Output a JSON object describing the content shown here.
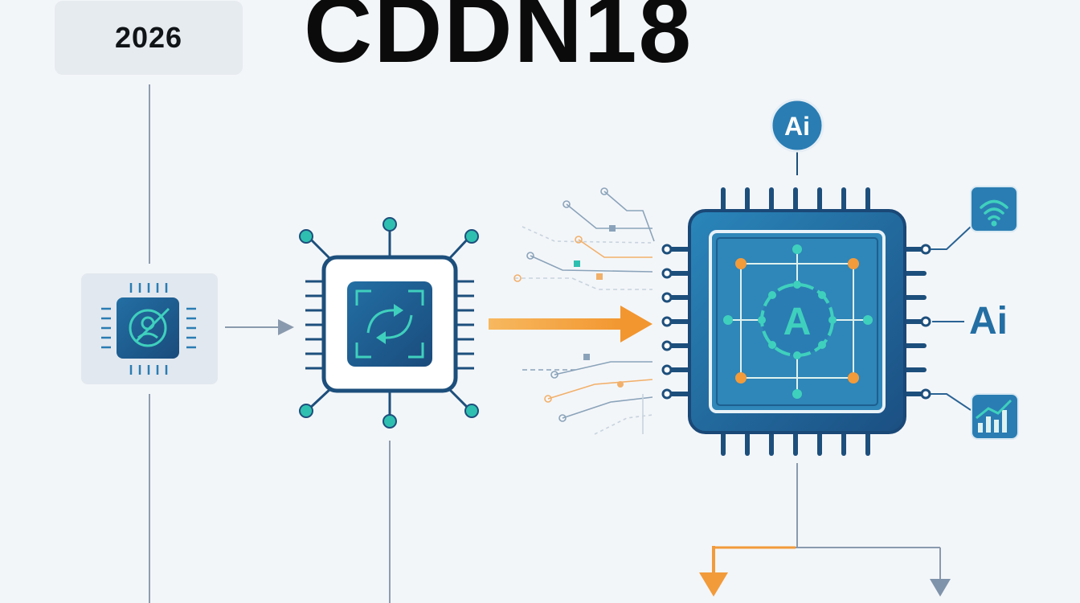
{
  "header": {
    "year": "2026",
    "title": "CDDN18"
  },
  "diagram": {
    "ai_badge_label": "Ai",
    "ai_side_label": "Ai",
    "core_chip_letter": "A"
  },
  "colors": {
    "background": "#f3f6f9",
    "chip_dark": "#1d4f7c",
    "chip_blue": "#2a7db3",
    "accent_teal": "#38c9b4",
    "accent_orange": "#f29b3b",
    "connector_gray": "#8a9aae"
  },
  "icons": [
    "cpu-chip-icon",
    "sync-chip-icon",
    "ai-core-chip-icon",
    "wifi-icon",
    "bar-chart-icon"
  ]
}
